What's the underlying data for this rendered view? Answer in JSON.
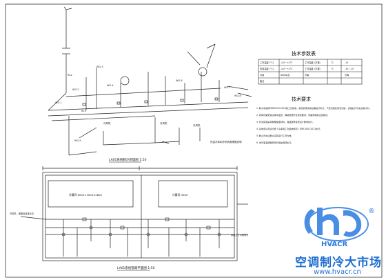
{
  "drawing": {
    "top_title": "LA01系统制冷原理图  1:50",
    "bottom_title": "LA01系统管路平面图  1:50",
    "param_table_title": "技术参数表",
    "param_rows": [
      [
        "工作温度 (°C)",
        "-4.0~+4°C",
        "工作温度 (冷凝)",
        "°C",
        "-15"
      ],
      [
        "供液温度 (°C)",
        "-4.0~+4°C",
        "工作温度 (冷凝)",
        "°C",
        "-10~-15"
      ],
      [
        "冷量",
        "800W/台",
        "冷量",
        "",
        "冷库"
      ],
      [
        "备注",
        "",
        "",
        "",
        ""
      ]
    ],
    "requirements_title": "技术要求",
    "requirements": [
      "1. 制冷系统按GB50274-2010施工及验收，系统安装完成后需进行吹污、气密试验及真空试验，合格后方可充注制冷剂。",
      "2. 所有管路安装应横平竖直，焊接质量符合规范要求，管路穿墙处应加套管。",
      "3. 管道保温采用橡塑保温材料，保温层厚度按设计要求执行。",
      "4. 系统调试及运行按《冷库施工及验收规范》GB51440-2021执行。",
      "5. 制冷剂充注量以实际运行工况为准。",
      "6. 未尽事宜按国家现行相关规范执行。"
    ],
    "note_right": "低温冷库制冷系统原理图说明",
    "room_left": "冷藏间 6000×3000×2800",
    "room_right": "冷藏间 3000",
    "side_note": "冷风机、管路及连接示意",
    "right_note": "本图尺寸以毫米计"
  },
  "watermark": {
    "logo_text": "HVACR",
    "cn_text": "空调制冷大市场",
    "url": "www.hvacr.cn",
    "registered": "®",
    "brand_color": "#1f6fd1"
  }
}
